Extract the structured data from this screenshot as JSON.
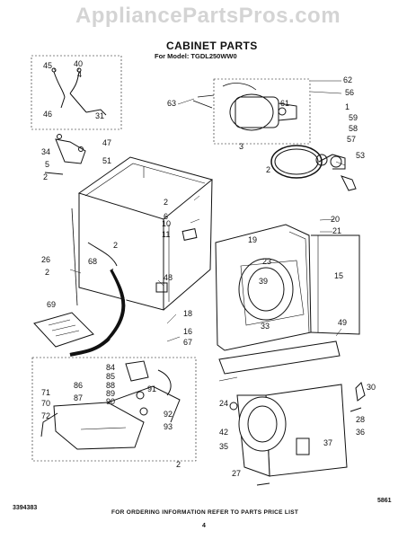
{
  "watermark": "AppliancePartsPros.com",
  "title": "CABINET PARTS",
  "subtitle": "For Model: TGDL250WW0",
  "footer": {
    "part_number": "3394383",
    "ordering_info": "FOR ORDERING INFORMATION REFER TO PARTS PRICE LIST",
    "page": "4",
    "code": "5861"
  },
  "callouts": [
    {
      "id": "c45",
      "label": "45"
    },
    {
      "id": "c40",
      "label": "40"
    },
    {
      "id": "c4",
      "label": "4"
    },
    {
      "id": "c46",
      "label": "46"
    },
    {
      "id": "c31",
      "label": "31"
    },
    {
      "id": "c62",
      "label": "62"
    },
    {
      "id": "c56",
      "label": "56"
    },
    {
      "id": "c63",
      "label": "63"
    },
    {
      "id": "c61",
      "label": "61"
    },
    {
      "id": "c1",
      "label": "1"
    },
    {
      "id": "c59",
      "label": "59"
    },
    {
      "id": "c58",
      "label": "58"
    },
    {
      "id": "c57",
      "label": "57"
    },
    {
      "id": "c53",
      "label": "53"
    },
    {
      "id": "c3",
      "label": "3"
    },
    {
      "id": "c2a",
      "label": "2"
    },
    {
      "id": "c34",
      "label": "34"
    },
    {
      "id": "c5",
      "label": "5"
    },
    {
      "id": "c47",
      "label": "47"
    },
    {
      "id": "c51",
      "label": "51"
    },
    {
      "id": "c2b",
      "label": "2"
    },
    {
      "id": "c2c",
      "label": "2"
    },
    {
      "id": "c6",
      "label": "6"
    },
    {
      "id": "c10",
      "label": "10"
    },
    {
      "id": "c11",
      "label": "11"
    },
    {
      "id": "c20",
      "label": "20"
    },
    {
      "id": "c19",
      "label": "19"
    },
    {
      "id": "c21",
      "label": "21"
    },
    {
      "id": "c2d",
      "label": "2"
    },
    {
      "id": "c26",
      "label": "26"
    },
    {
      "id": "c68",
      "label": "68"
    },
    {
      "id": "c2e",
      "label": "2"
    },
    {
      "id": "c48",
      "label": "48"
    },
    {
      "id": "c23",
      "label": "23"
    },
    {
      "id": "c39",
      "label": "39"
    },
    {
      "id": "c15",
      "label": "15"
    },
    {
      "id": "c69",
      "label": "69"
    },
    {
      "id": "c18",
      "label": "18"
    },
    {
      "id": "c33",
      "label": "33"
    },
    {
      "id": "c49",
      "label": "49"
    },
    {
      "id": "c16",
      "label": "16"
    },
    {
      "id": "c67",
      "label": "67"
    },
    {
      "id": "c84",
      "label": "84"
    },
    {
      "id": "c85",
      "label": "85"
    },
    {
      "id": "c88",
      "label": "88"
    },
    {
      "id": "c89",
      "label": "89"
    },
    {
      "id": "c90",
      "label": "90"
    },
    {
      "id": "c86",
      "label": "86"
    },
    {
      "id": "c87",
      "label": "87"
    },
    {
      "id": "c91",
      "label": "91"
    },
    {
      "id": "c71",
      "label": "71"
    },
    {
      "id": "c70",
      "label": "70"
    },
    {
      "id": "c72",
      "label": "72"
    },
    {
      "id": "c92",
      "label": "92"
    },
    {
      "id": "c93",
      "label": "93"
    },
    {
      "id": "c2f",
      "label": "2"
    },
    {
      "id": "c24",
      "label": "24"
    },
    {
      "id": "c42",
      "label": "42"
    },
    {
      "id": "c35",
      "label": "35"
    },
    {
      "id": "c37",
      "label": "37"
    },
    {
      "id": "c30",
      "label": "30"
    },
    {
      "id": "c28",
      "label": "28"
    },
    {
      "id": "c36",
      "label": "36"
    },
    {
      "id": "c27",
      "label": "27"
    }
  ]
}
